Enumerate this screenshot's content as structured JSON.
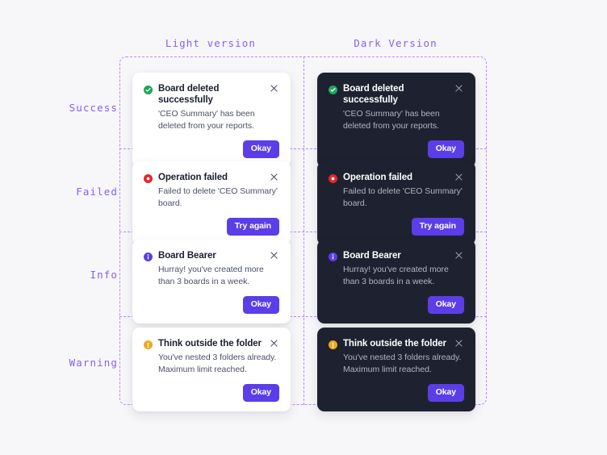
{
  "page": {
    "background": "#f7f7fa",
    "accent_purple": "#5b3ee8",
    "grid_dash_color": "#c084fc",
    "label_color": "#8b5cf6"
  },
  "columns": [
    {
      "key": "light",
      "label": "Light version",
      "surface": "#ffffff"
    },
    {
      "key": "dark",
      "label": "Dark Version",
      "surface": "#1e2230"
    }
  ],
  "rows": [
    {
      "key": "success",
      "label": "Success",
      "icon": "check-circle-icon",
      "icon_color": "#22a559",
      "title": "Board deleted successfully",
      "body": "'CEO Summary' has been deleted from your reports.",
      "action": "Okay",
      "close": "close-icon"
    },
    {
      "key": "failed",
      "label": "Failed",
      "icon": "error-circle-icon",
      "icon_color": "#e5252a",
      "title": "Operation failed",
      "body": "Failed to delete 'CEO Summary' board.",
      "action": "Try again",
      "close": "close-icon"
    },
    {
      "key": "info",
      "label": "Info",
      "icon": "info-circle-icon",
      "icon_color": "#5b3ee8",
      "title": "Board Bearer",
      "body": "Hurray! you've created more than 3 boards in a week.",
      "action": "Okay",
      "close": "close-icon"
    },
    {
      "key": "warning",
      "label": "Warning",
      "icon": "warning-circle-icon",
      "icon_color": "#f0a91e",
      "title": "Think outside the folder",
      "body": "You've nested 3 folders already. Maximum limit reached.",
      "action": "Okay",
      "close": "close-icon"
    }
  ]
}
